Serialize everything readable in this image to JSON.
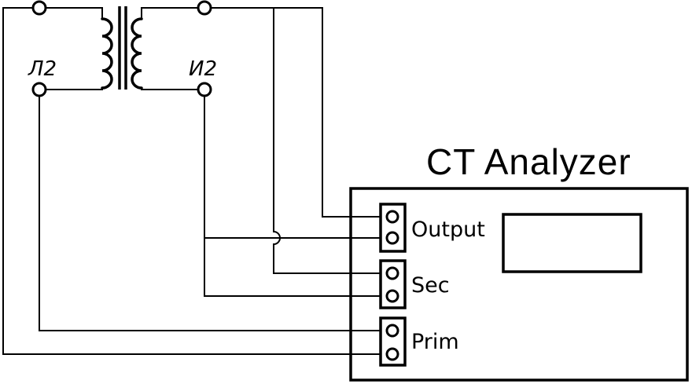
{
  "diagram": {
    "device_title": "CT Analyzer",
    "ports": {
      "output": "Output",
      "sec": "Sec",
      "prim": "Prim"
    },
    "transformer": {
      "primary_terminal_label": "Л2",
      "secondary_terminal_label": "И2"
    }
  }
}
